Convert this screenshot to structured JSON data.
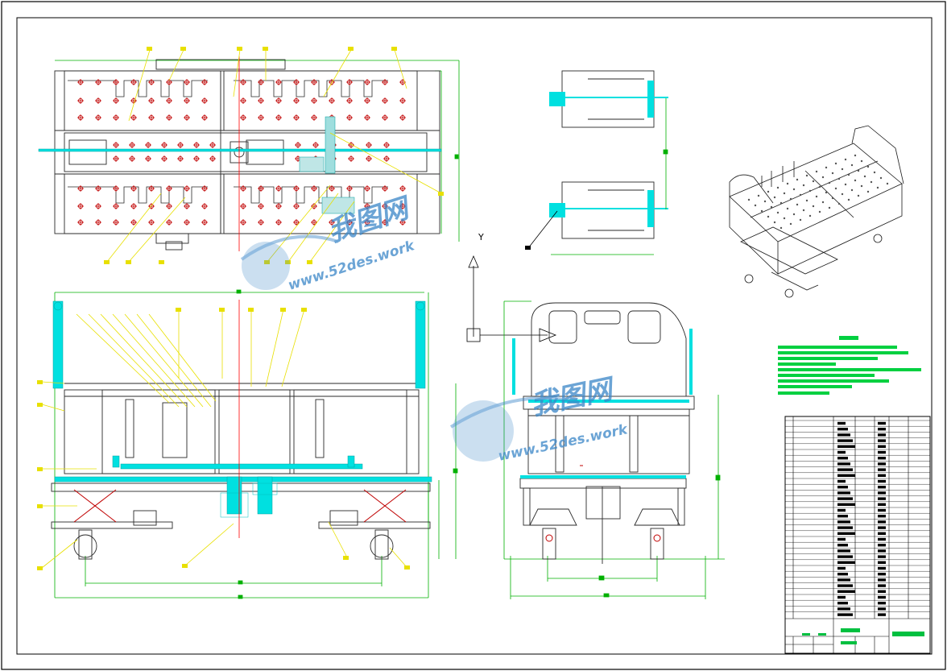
{
  "drawing": {
    "view_labels": {
      "top_view": "",
      "front_view": "",
      "side_view": "",
      "detail_view": ""
    },
    "axis_marker": {
      "y_label": "Y"
    },
    "watermark": {
      "brand": "我图网",
      "url_top": "www.52des.work",
      "url_bottom": "www.52des.work"
    }
  },
  "colors": {
    "frame": "#000000",
    "leader": "#e8e000",
    "dimension": "#00b000",
    "part": "#00e0e0",
    "centerline": "#ff0000",
    "hole": "#c00000",
    "watermark": "#3a86c8"
  },
  "icons": [
    "crosshair-icon",
    "axis-arrow-icon"
  ]
}
